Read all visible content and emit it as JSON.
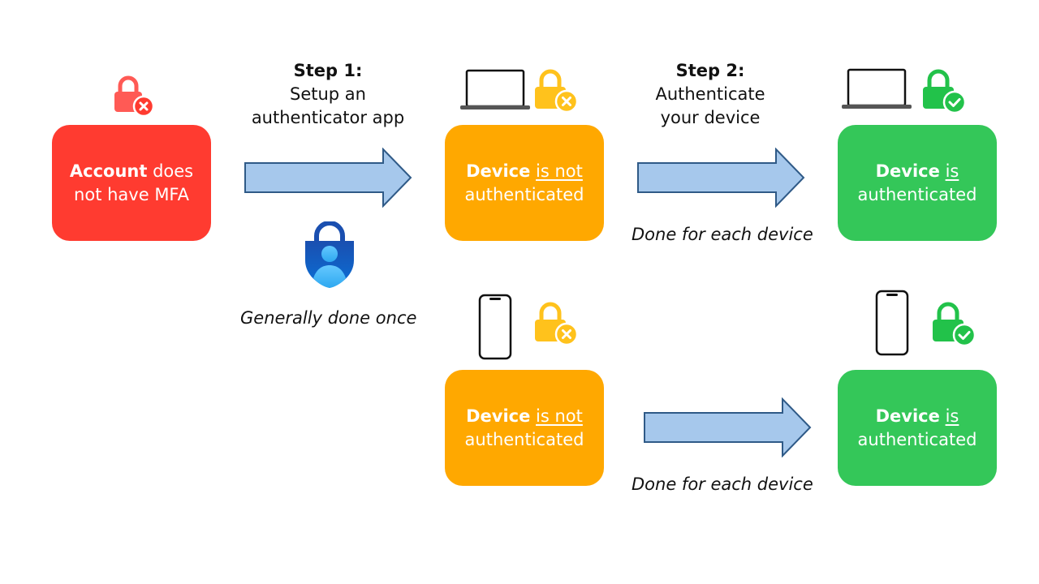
{
  "boxes": {
    "account": {
      "bold": "Account",
      "rest1": " does",
      "line2": "not have MFA"
    },
    "laptop_unauth": {
      "bold": "Device",
      "underline": "is not",
      "line2": "authenticated"
    },
    "laptop_auth": {
      "bold": "Device",
      "underline": "is",
      "line2": "authenticated"
    },
    "phone_unauth": {
      "bold": "Device",
      "underline": "is not",
      "line2": "authenticated"
    },
    "phone_auth": {
      "bold": "Device",
      "underline": "is",
      "line2": "authenticated"
    }
  },
  "step1": {
    "title": "Step 1:",
    "line1": "Setup an",
    "line2": "authenticator app"
  },
  "step2": {
    "title": "Step 2:",
    "line1": "Authenticate",
    "line2": "your device"
  },
  "notes": {
    "once": "Generally done once",
    "each_top": "Done for each device",
    "each_bottom": "Done for each device"
  },
  "colors": {
    "red": "#ff3b30",
    "orange": "#ffa800",
    "green": "#34c759",
    "arrow_fill": "#a6c8ec",
    "arrow_stroke": "#2f5a87"
  }
}
